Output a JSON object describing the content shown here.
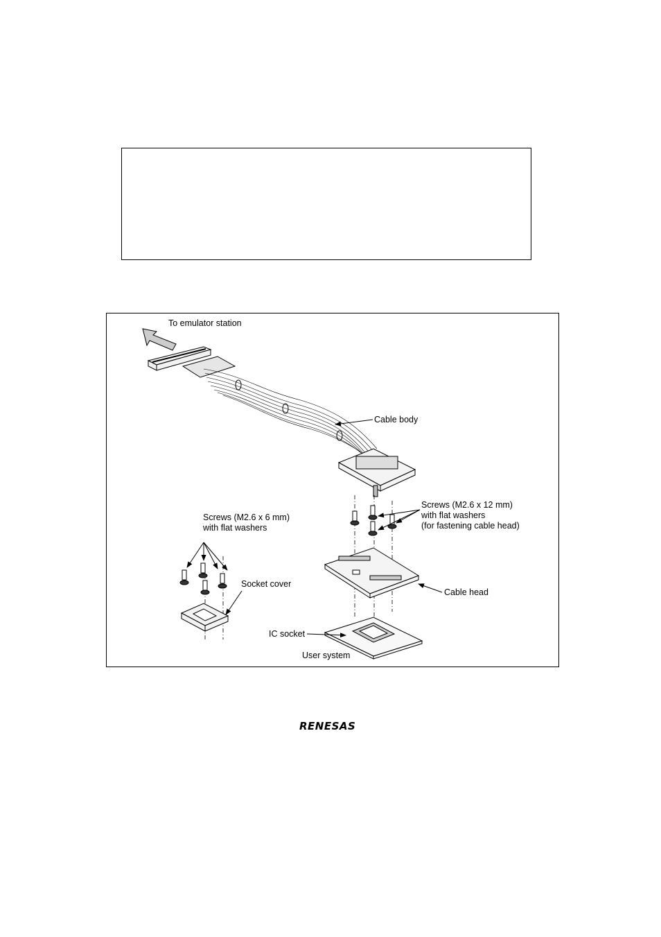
{
  "figure": {
    "labels": {
      "to_emulator": "To emulator station",
      "cable_body": "Cable body",
      "screws_12_l1": "Screws (M2.6 x 12 mm)",
      "screws_12_l2": "with flat washers",
      "screws_12_l3": "(for fastening cable head)",
      "screws_6_l1": "Screws (M2.6 x 6 mm)",
      "screws_6_l2": "with flat washers",
      "socket_cover": "Socket cover",
      "cable_head": "Cable head",
      "ic_socket": "IC socket",
      "user_system": "User system"
    }
  },
  "footer": {
    "logo": "RENESAS"
  }
}
